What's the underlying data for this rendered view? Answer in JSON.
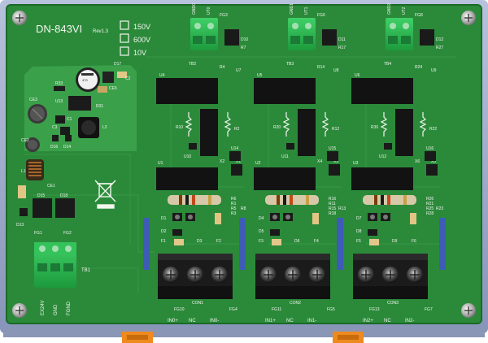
{
  "board": {
    "model": "DN-843VI",
    "revision": "Rev1.3",
    "ranges": [
      "150V",
      "600V",
      "10V"
    ],
    "power_connector": {
      "ref": "TB1",
      "pin_labels": [
        "EX24V",
        "GND",
        "FGND"
      ],
      "part_labels": [
        "FG1",
        "FG2"
      ]
    },
    "output_terminals": [
      {
        "ref": "TB2",
        "pins": [
          "GND0",
          "UT0"
        ],
        "fg": "FG3",
        "parts": [
          "D10",
          "R7",
          "R4",
          "U7"
        ]
      },
      {
        "ref": "TB3",
        "pins": [
          "GND1",
          "UT1"
        ],
        "fg": "FG6",
        "parts": [
          "D11",
          "R17",
          "R14",
          "U8"
        ]
      },
      {
        "ref": "TB4",
        "pins": [
          "GND2",
          "UT2"
        ],
        "fg": "FG8",
        "parts": [
          "D12",
          "R27",
          "R24",
          "U9"
        ]
      }
    ],
    "input_connectors": [
      {
        "ref": "CON1",
        "fg_left": "FG10",
        "fg_right": "FG4",
        "labels": [
          "IN0+",
          "NC",
          "IN0-"
        ]
      },
      {
        "ref": "CON2",
        "fg_left": "FG11",
        "fg_right": "FG5",
        "labels": [
          "IN1+",
          "NC",
          "IN1-"
        ]
      },
      {
        "ref": "CON3",
        "fg_left": "FG13",
        "fg_right": "FG7",
        "labels": [
          "IN2+",
          "NC",
          "IN2-"
        ]
      }
    ],
    "channel_parts": [
      [
        "U4",
        "U1",
        "R10",
        "R2",
        "U10",
        "X2",
        "X1",
        "U14",
        "R6",
        "R1",
        "R5",
        "R3",
        "D1",
        "D2",
        "D3",
        "F1",
        "F2",
        "R8"
      ],
      [
        "U5",
        "U2",
        "R20",
        "R12",
        "U11",
        "X4",
        "X3",
        "U15",
        "R16",
        "R11",
        "R15",
        "R18",
        "D4",
        "D5",
        "D6",
        "F3",
        "F4",
        "R13"
      ],
      [
        "U6",
        "U3",
        "R30",
        "R22",
        "U12",
        "X6",
        "X5",
        "U16",
        "R26",
        "R21",
        "R25",
        "R28",
        "D7",
        "D8",
        "D9",
        "F5",
        "F6",
        "R23"
      ]
    ],
    "power_section": [
      "D17",
      "C2",
      "R33",
      "U13",
      "CE3",
      "CE5",
      "R31",
      "C1",
      "C3",
      "L2",
      "D16",
      "D14",
      "CE2",
      "L1",
      "CE1",
      "D15",
      "D18",
      "D13"
    ],
    "colors": {
      "pcb": "#2b8a3a",
      "pcb_dark": "#1f6f2c",
      "rail": "#9aa7c9",
      "terminal_block": "#25b24a",
      "connector": "#1b1b1b",
      "slot": "#3e5bb8",
      "clip": "#ee8a1e"
    },
    "icons": [
      "weee-crossed-bin-icon",
      "screw-icon"
    ]
  }
}
